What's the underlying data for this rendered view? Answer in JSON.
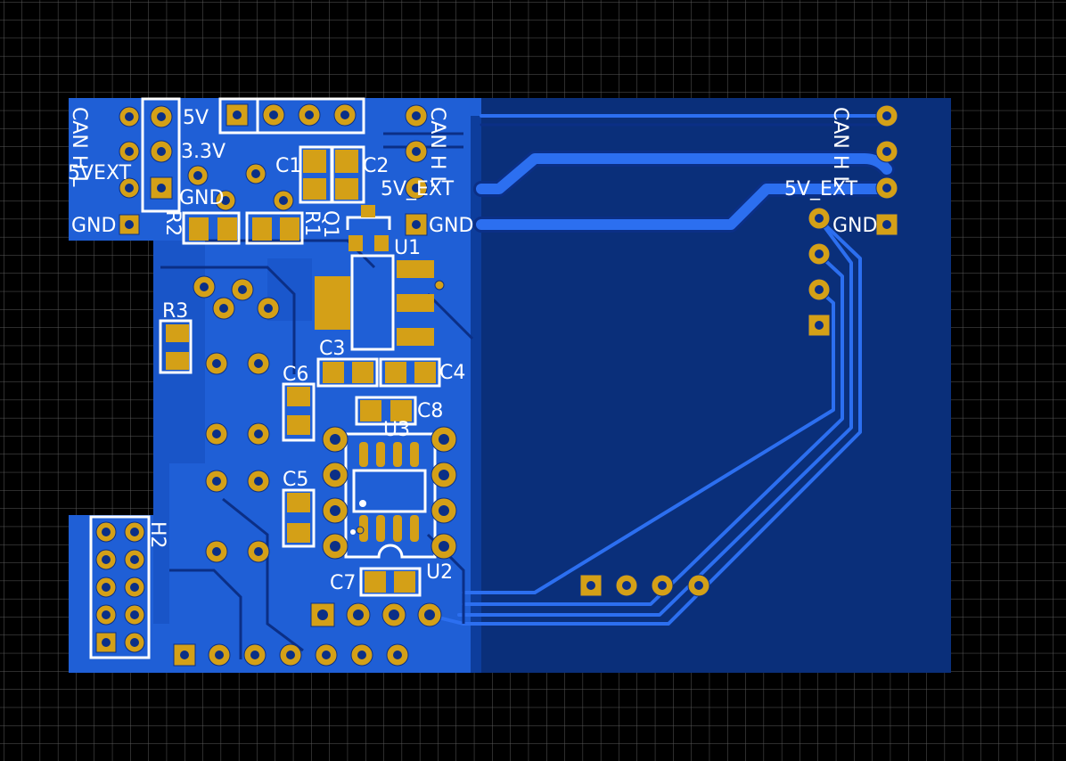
{
  "colors": {
    "background": "#000000",
    "grid": "#5a5a5a",
    "copper_fill": "#1f5fd6",
    "copper_fill_dark": "#0d3d9c",
    "board_right": "#0a2f7a",
    "trace": "#2c6ff0",
    "trace_outline": "#0b2f86",
    "pad": "#d4a017",
    "silkscreen": "#ffffff"
  },
  "labels": {
    "can_h_l_left": "CAN H L",
    "five_v": "5V",
    "three_v3": "3.3V",
    "five_v_ext_left": "5VEXT",
    "gnd_top": "GND",
    "gnd_left": "GND",
    "can_h_l_mid": "CAN H L",
    "five_v_ext_mid": "5V_EXT",
    "gnd_mid": "GND",
    "can_h_l_right": "CAN H L",
    "five_v_ext_right": "5V_EXT",
    "gnd_right": "GND"
  },
  "designators": {
    "c1": "C1",
    "c2": "C2",
    "c3": "C3",
    "c4": "C4",
    "c5": "C5",
    "c6": "C6",
    "c7": "C7",
    "c8": "C8",
    "r1": "R1",
    "r2": "R2",
    "r3": "R3",
    "q1": "Q1",
    "u1": "U1",
    "u2": "U2",
    "u3": "U3",
    "h2": "H2"
  }
}
